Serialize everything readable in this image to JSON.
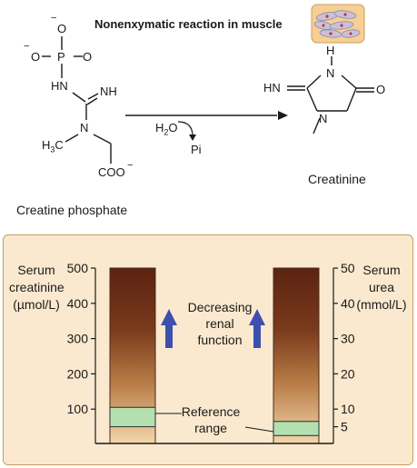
{
  "reaction": {
    "title": "Nonenxymatic reaction in muscle",
    "reactant": "Creatine phosphate",
    "product": "Creatinine",
    "water": "H2O",
    "pi": "Pi",
    "atoms": {
      "o_minus": "O",
      "minus": "−",
      "p": "P",
      "o": "O",
      "hn": "HN",
      "nh": "NH",
      "n": "N",
      "h3c": "H3C",
      "coo": "COO",
      "o_ketone": "O"
    }
  },
  "panel": {
    "left_label": [
      "Serum",
      "creatinine",
      "(µmol/L)"
    ],
    "right_label": [
      "Serum",
      "urea",
      "(mmol/L)"
    ],
    "arrow_label": [
      "Decreasing",
      "renal",
      "function"
    ],
    "reference_label": [
      "Reference",
      "range"
    ]
  },
  "chart_data": {
    "type": "bar",
    "series": [
      {
        "name": "Serum creatinine",
        "max": 500,
        "reference_range": [
          50,
          105
        ],
        "units": "µmol/L"
      },
      {
        "name": "Serum urea",
        "max": 50,
        "reference_range": [
          2.5,
          6.5
        ],
        "units": "mmol/L"
      }
    ],
    "left_axis": {
      "ticks": [
        100,
        200,
        300,
        400,
        500
      ],
      "ylim": [
        0,
        500
      ]
    },
    "right_axis": {
      "ticks": [
        5,
        10,
        20,
        30,
        40,
        50
      ],
      "ylim": [
        0,
        50
      ]
    },
    "colors": {
      "high": "#5b2311",
      "mid": "#a86a3a",
      "low": "#f3d6ab",
      "reference": "#b3e0b0",
      "arrow": "#3d50ae"
    }
  }
}
